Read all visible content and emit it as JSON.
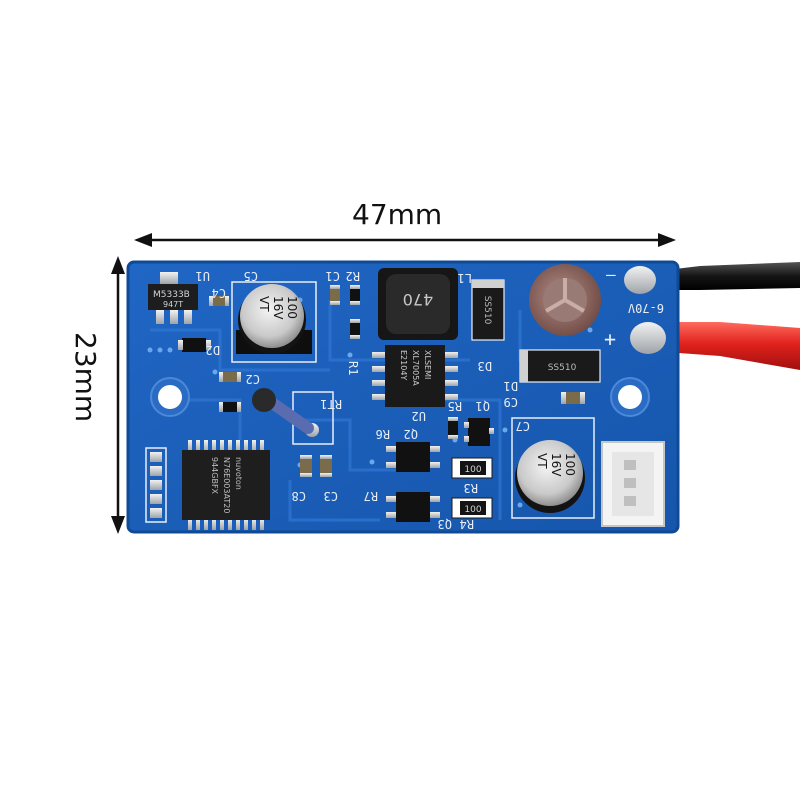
{
  "dimensions": {
    "width": "47mm",
    "height": "23mm"
  },
  "silkscreen": {
    "u1": "U1",
    "c5": "C5",
    "c4": "C4",
    "d2": "D2",
    "c2": "C2",
    "r2": "R2",
    "c1": "C1",
    "r1": "R1",
    "l1": "L1",
    "u2": "U2",
    "d3": "D3",
    "d1": "D1",
    "c9": "C9",
    "c7": "C7",
    "rt1": "RT1",
    "r5": "R5",
    "q1": "Q1",
    "r6": "R6",
    "q2": "Q2",
    "r3": "R3",
    "r7": "R7",
    "r4": "R4",
    "q3": "Q3",
    "c3": "C3",
    "c8": "C8",
    "minus": "—",
    "plus": "+",
    "voltage": "6-70V"
  },
  "markings": {
    "u1_chip": "M5333B",
    "u1_code": "947T",
    "cap_value": "100",
    "cap_voltage": "16V",
    "cap_series": "VT",
    "inductor": "470",
    "diode": "SS510",
    "u2_line1": "XLSEMI",
    "u2_line2": "XL7005A",
    "u2_line3": "E2104Y",
    "resistor": "100",
    "mcu_line1": "nuvoton",
    "mcu_line2": "N76E003AT20",
    "mcu_line3": "944GBFX"
  },
  "colors": {
    "pcb": "#1a5fb8",
    "pcb_edge": "#0f4a96",
    "wire_red": "#d41e1e",
    "wire_black": "#161616"
  }
}
